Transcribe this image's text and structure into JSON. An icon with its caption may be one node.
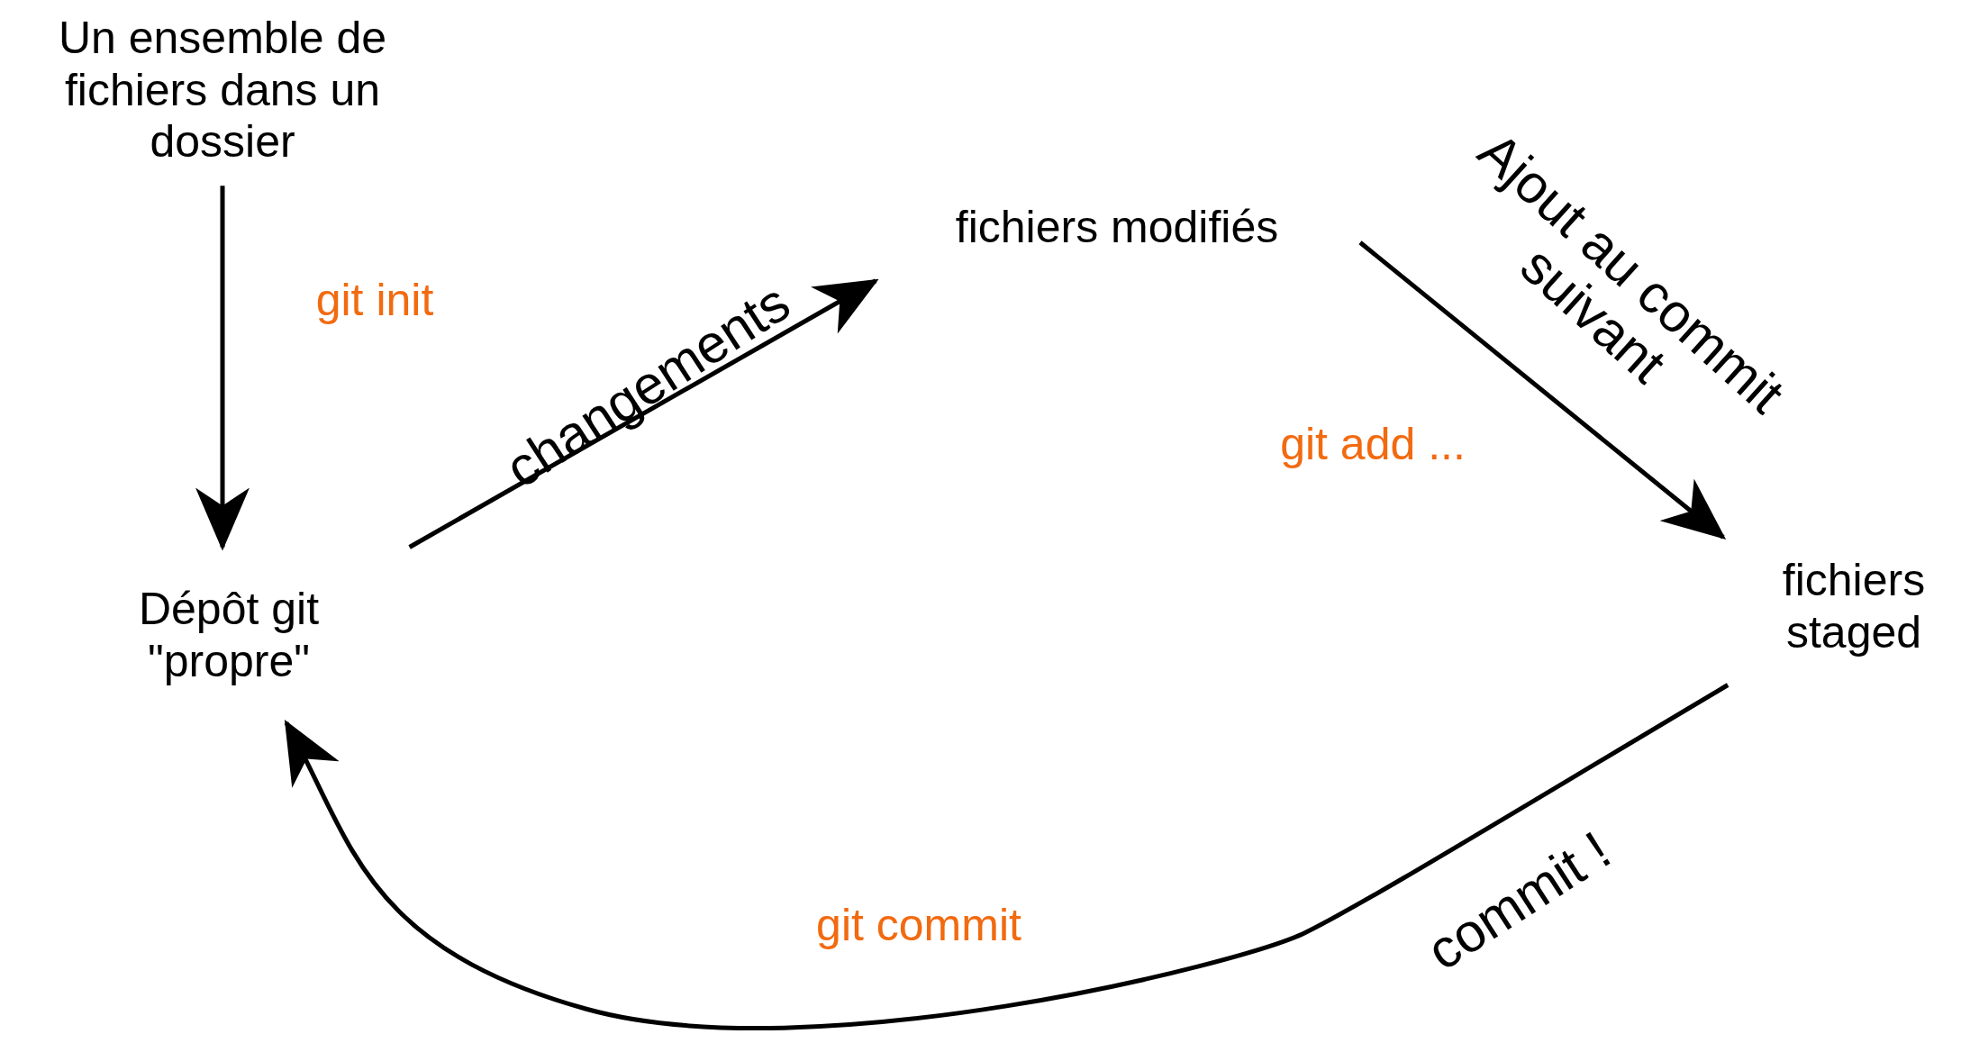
{
  "diagram": {
    "nodes": [
      {
        "text": [
          "Un ensemble de fichiers dans un dossier"
        ]
      },
      {
        "text": [
          "Dépôt git \"propre\""
        ]
      },
      {
        "text": [
          "fichiers modifiés"
        ]
      },
      {
        "text": [
          "fichiers staged"
        ]
      }
    ],
    "edges": [
      {
        "from": 0,
        "to": 1,
        "arrow": "to"
      },
      {
        "from": 1,
        "to": 2,
        "arrow": "to",
        "label": "changements"
      },
      {
        "from": 2,
        "to": 3,
        "arrow": "to",
        "label": "Ajout au commit suivant"
      },
      {
        "from": 3,
        "to": 1,
        "arrow": "to",
        "label": "commit !"
      }
    ],
    "labels": [
      "git init",
      "git add ...",
      "git commit"
    ]
  }
}
